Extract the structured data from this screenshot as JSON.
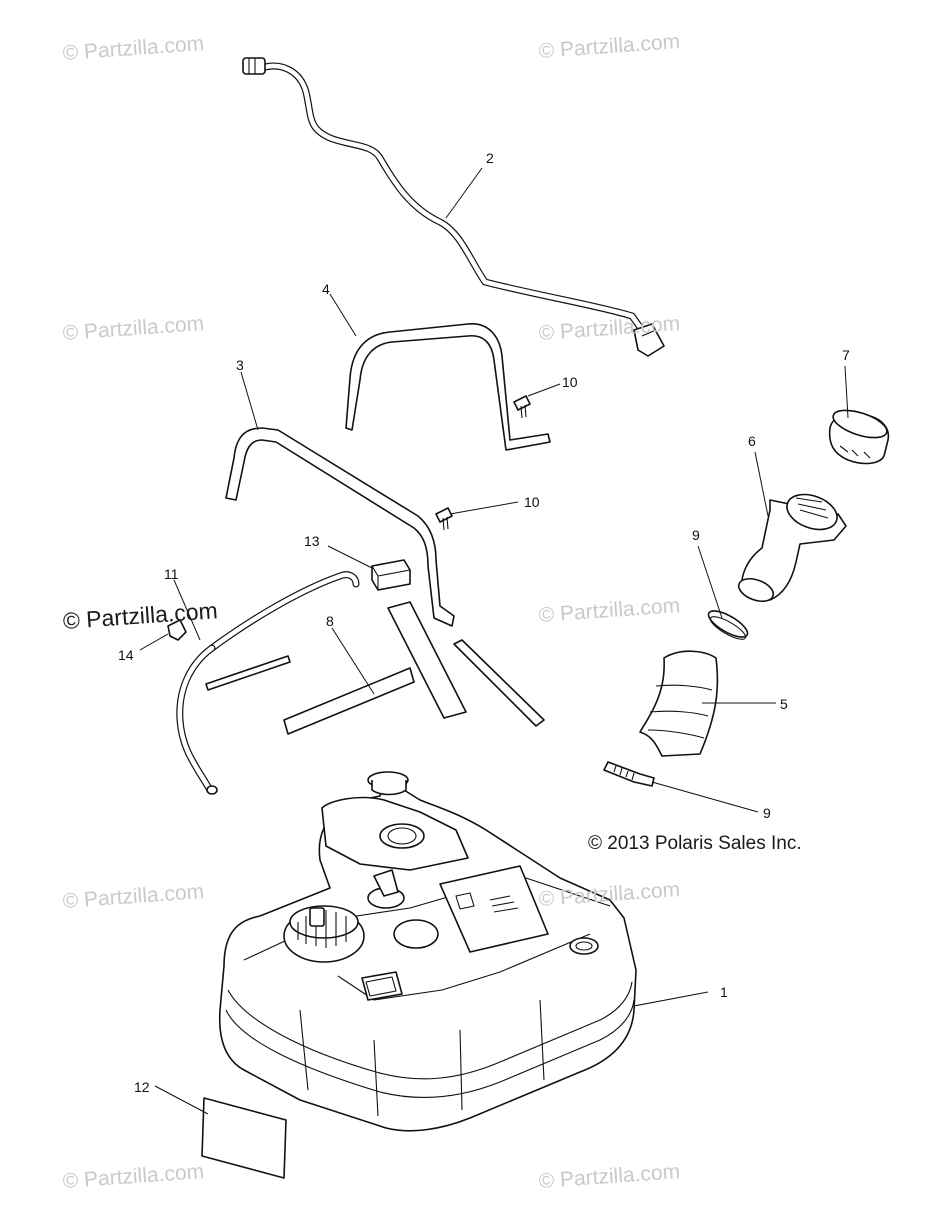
{
  "watermarks": {
    "faint_text": "© Partzilla.com",
    "strong_text": "© Partzilla.com"
  },
  "copyright": "© 2013 Polaris Sales Inc.",
  "callouts": {
    "c1": "1",
    "c2": "2",
    "c3": "3",
    "c4": "4",
    "c5": "5",
    "c6": "6",
    "c7": "7",
    "c8": "8",
    "c9a": "9",
    "c9b": "9",
    "c10a": "10",
    "c10b": "10",
    "c11": "11",
    "c12": "12",
    "c13": "13",
    "c14": "14"
  },
  "colors": {
    "line": "#111111",
    "watermark": "#c9c9c9",
    "background": "#ffffff"
  }
}
